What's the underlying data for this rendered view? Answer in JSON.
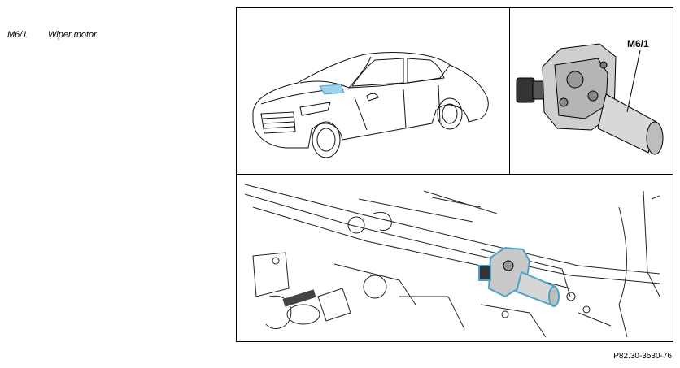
{
  "legend": {
    "items": [
      {
        "code": "M6/1",
        "description": "Wiper motor"
      }
    ]
  },
  "figure": {
    "callout_label": "M6/1",
    "reference": "P82.30-3530-76"
  }
}
